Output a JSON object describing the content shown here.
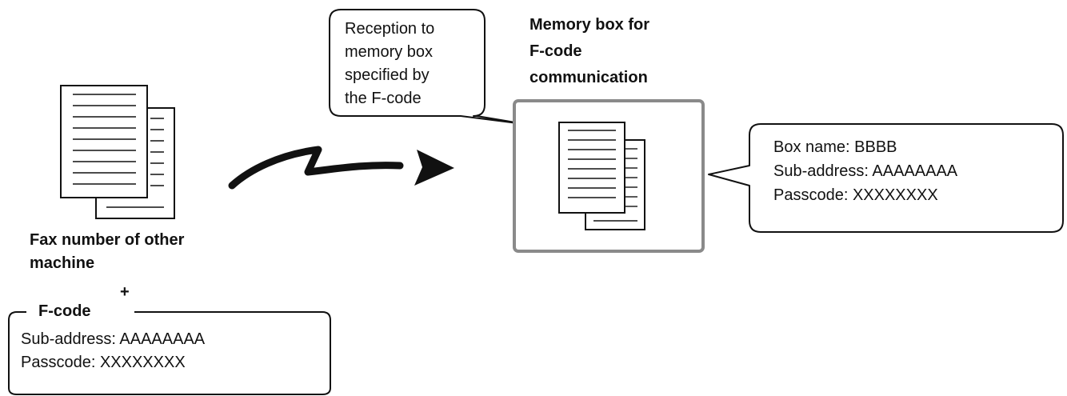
{
  "source_doc": {
    "caption_line1": "Fax number of other",
    "caption_line2": "machine",
    "plus": "+",
    "icon": "document-stack-icon"
  },
  "fcode_panel": {
    "legend": "F-code",
    "sub_address": "Sub-address: AAAAAAAA",
    "passcode": "Passcode: XXXXXXXX"
  },
  "transmission": {
    "icon": "zigzag-arrow-icon"
  },
  "reception_callout": {
    "line1": "Reception to",
    "line2": "memory box",
    "line3": "specified by",
    "line4": "the F-code"
  },
  "memory_box": {
    "title_line1": "Memory box for",
    "title_line2": "F-code",
    "title_line3": "communication",
    "border_color": "#8a8a8a",
    "icon": "document-stack-icon"
  },
  "box_info_callout": {
    "box_name": "Box name: BBBB",
    "sub_address": "Sub-address: AAAAAAAA",
    "passcode": "Passcode: XXXXXXXX"
  }
}
